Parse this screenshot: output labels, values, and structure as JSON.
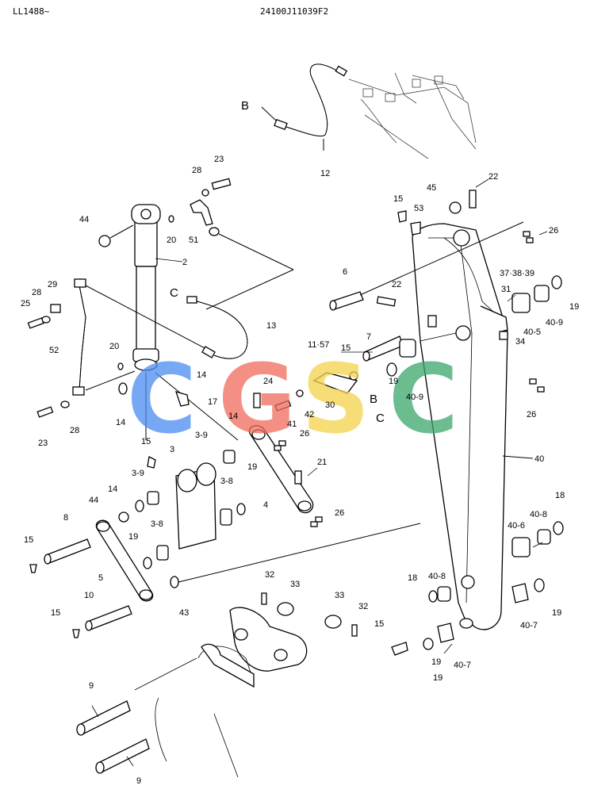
{
  "header": {
    "left_code": "LL1488~",
    "drawing_number": "24100J11039F2"
  },
  "watermark": {
    "letters": [
      "C",
      "G",
      "S",
      "C"
    ],
    "colors": [
      "#4a8cf0",
      "#f06a5a",
      "#f5d24a",
      "#3aa66a"
    ]
  },
  "part_labels": [
    {
      "id": "12",
      "text": "12"
    },
    {
      "id": "B-top",
      "text": "B"
    },
    {
      "id": "23-top",
      "text": "23"
    },
    {
      "id": "28-top",
      "text": "28"
    },
    {
      "id": "44-top",
      "text": "44"
    },
    {
      "id": "20-top",
      "text": "20"
    },
    {
      "id": "51",
      "text": "51"
    },
    {
      "id": "2",
      "text": "2"
    },
    {
      "id": "29",
      "text": "29"
    },
    {
      "id": "28-left",
      "text": "28"
    },
    {
      "id": "25",
      "text": "25"
    },
    {
      "id": "C-left",
      "text": "C"
    },
    {
      "id": "13",
      "text": "13"
    },
    {
      "id": "52",
      "text": "52"
    },
    {
      "id": "20-mid",
      "text": "20"
    },
    {
      "id": "14-a",
      "text": "14"
    },
    {
      "id": "14-b",
      "text": "14"
    },
    {
      "id": "17",
      "text": "17"
    },
    {
      "id": "23-bot",
      "text": "23"
    },
    {
      "id": "28-bot",
      "text": "28"
    },
    {
      "id": "24",
      "text": "24"
    },
    {
      "id": "14-c",
      "text": "14"
    },
    {
      "id": "41",
      "text": "41"
    },
    {
      "id": "42",
      "text": "42"
    },
    {
      "id": "26-mid",
      "text": "26"
    },
    {
      "id": "30",
      "text": "30"
    },
    {
      "id": "11-57",
      "text": "11·57"
    },
    {
      "id": "15-mid",
      "text": "15"
    },
    {
      "id": "7",
      "text": "7"
    },
    {
      "id": "B-right",
      "text": "B"
    },
    {
      "id": "C-right",
      "text": "C"
    },
    {
      "id": "15-top",
      "text": "15"
    },
    {
      "id": "45",
      "text": "45"
    },
    {
      "id": "22-top",
      "text": "22"
    },
    {
      "id": "53",
      "text": "53"
    },
    {
      "id": "26-top",
      "text": "26"
    },
    {
      "id": "6",
      "text": "6"
    },
    {
      "id": "22-mid",
      "text": "22"
    },
    {
      "id": "37-38-39",
      "text": "37·38·39"
    },
    {
      "id": "31",
      "text": "31"
    },
    {
      "id": "19-r1",
      "text": "19"
    },
    {
      "id": "40-9-a",
      "text": "40-9"
    },
    {
      "id": "40-5",
      "text": "40-5"
    },
    {
      "id": "34",
      "text": "34"
    },
    {
      "id": "19-mid",
      "text": "19"
    },
    {
      "id": "40-9-b",
      "text": "40-9"
    },
    {
      "id": "26-right",
      "text": "26"
    },
    {
      "id": "3-9-a",
      "text": "3-9"
    },
    {
      "id": "15-left",
      "text": "15"
    },
    {
      "id": "3",
      "text": "3"
    },
    {
      "id": "3-9-b",
      "text": "3-9"
    },
    {
      "id": "14-d",
      "text": "14"
    },
    {
      "id": "3-8-a",
      "text": "3-8"
    },
    {
      "id": "19-a",
      "text": "19"
    },
    {
      "id": "21",
      "text": "21"
    },
    {
      "id": "4",
      "text": "4"
    },
    {
      "id": "26-low",
      "text": "26"
    },
    {
      "id": "44-low",
      "text": "44"
    },
    {
      "id": "8",
      "text": "8"
    },
    {
      "id": "15-b",
      "text": "15"
    },
    {
      "id": "3-8-b",
      "text": "3-8"
    },
    {
      "id": "19-b",
      "text": "19"
    },
    {
      "id": "5",
      "text": "5"
    },
    {
      "id": "10",
      "text": "10"
    },
    {
      "id": "43",
      "text": "43"
    },
    {
      "id": "15-c",
      "text": "15"
    },
    {
      "id": "40",
      "text": "40"
    },
    {
      "id": "18-r",
      "text": "18"
    },
    {
      "id": "40-8-a",
      "text": "40-8"
    },
    {
      "id": "40-6",
      "text": "40-6"
    },
    {
      "id": "19-r2",
      "text": "19"
    },
    {
      "id": "18-l",
      "text": "18"
    },
    {
      "id": "40-8-b",
      "text": "40-8"
    },
    {
      "id": "32-a",
      "text": "32"
    },
    {
      "id": "33-a",
      "text": "33"
    },
    {
      "id": "33-b",
      "text": "33"
    },
    {
      "id": "32-b",
      "text": "32"
    },
    {
      "id": "40-7-a",
      "text": "40-7"
    },
    {
      "id": "19-r3",
      "text": "19"
    },
    {
      "id": "15-d",
      "text": "15"
    },
    {
      "id": "40-7-b",
      "text": "40-7"
    },
    {
      "id": "19-c",
      "text": "19"
    },
    {
      "id": "9-a",
      "text": "9"
    },
    {
      "id": "9-b",
      "text": "9"
    }
  ]
}
